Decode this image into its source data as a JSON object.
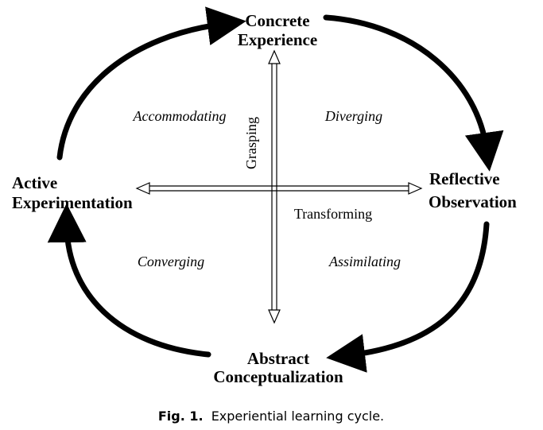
{
  "nodes": {
    "top": [
      "Concrete",
      "Experience"
    ],
    "right": [
      "Reflective",
      "Observation"
    ],
    "bottom": [
      "Abstract",
      "Conceptualization"
    ],
    "left": [
      "Active",
      "Experimentation"
    ]
  },
  "quadrants": {
    "top_left": "Accommodating",
    "top_right": "Diverging",
    "bottom_left": "Converging",
    "bottom_right": "Assimilating"
  },
  "axes": {
    "vertical": "Grasping",
    "horizontal": "Transforming"
  },
  "caption": {
    "label": "Fig. 1.",
    "text": "Experiential learning cycle."
  }
}
